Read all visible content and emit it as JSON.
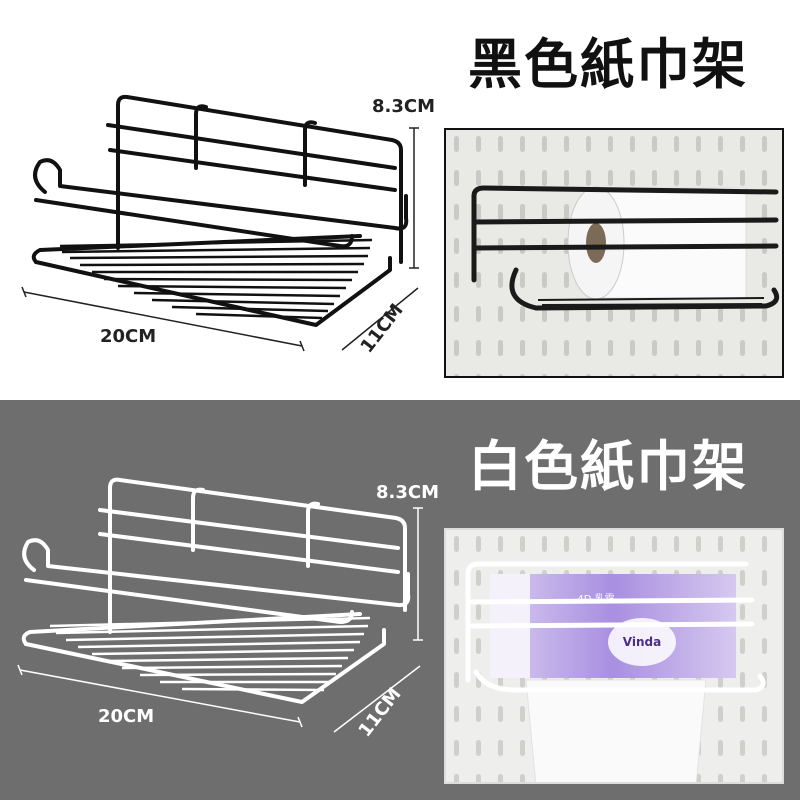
{
  "black_section": {
    "title": "黑色紙巾架",
    "dim_height": "8.3CM",
    "dim_width": "20CM",
    "dim_depth": "11CM"
  },
  "white_section": {
    "title": "白色紙巾架",
    "dim_height": "8.3CM",
    "dim_width": "20CM",
    "dim_depth": "11CM"
  },
  "tissue_box": {
    "brand": "Vinda",
    "side_text": "4D 乳霜"
  },
  "colors": {
    "top_background": "#ffffff",
    "bottom_background": "#6e6e6e",
    "black_rack": "#111111",
    "white_rack": "#ffffff",
    "pegboard": "#e9e9e6"
  }
}
